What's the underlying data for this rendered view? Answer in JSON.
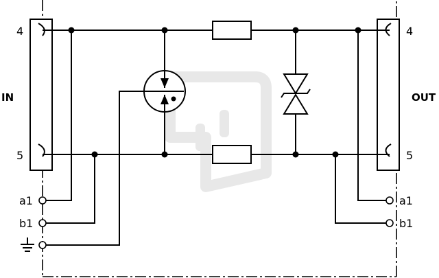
{
  "labels": {
    "in": "IN",
    "out": "OUT",
    "in_terminal_top": "4",
    "in_terminal_bottom": "5",
    "out_terminal_top": "4",
    "out_terminal_bottom": "5",
    "in_a1": "a1",
    "in_b1": "b1",
    "out_a1": "a1",
    "out_b1": "b1"
  },
  "icons": {
    "ground": "ground-symbol-icon",
    "gas_discharge_tube": "gas-discharge-tube-icon",
    "tvs_diode": "bidirectional-tvs-diode-icon",
    "resistor": "resistor-icon",
    "watermark": "plug-socket-watermark-icon"
  },
  "colors": {
    "line": "#000000",
    "watermark": "#e6e6e6",
    "background": "#ffffff"
  }
}
